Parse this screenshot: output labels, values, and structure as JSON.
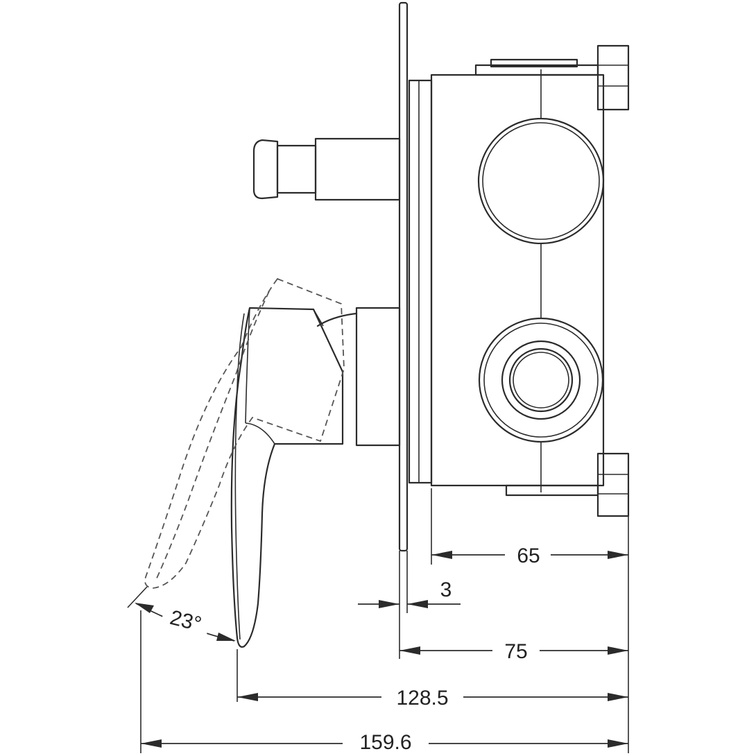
{
  "diagram": {
    "dimensions": {
      "body_depth": "65",
      "plate_thickness": "3",
      "overall_body": "75",
      "to_handle_tip": "128.5",
      "overall": "159.6"
    },
    "angle": "23°"
  }
}
